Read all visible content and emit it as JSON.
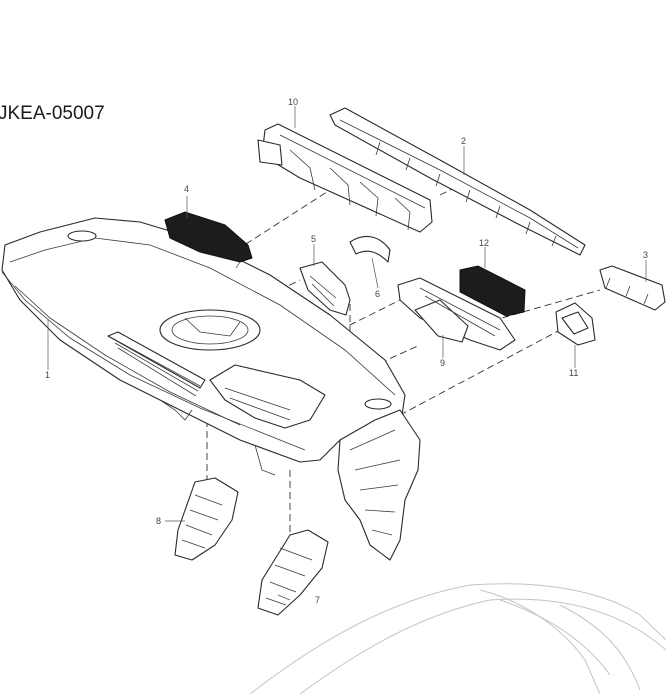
{
  "diagram_code": "JKEA-05007",
  "callouts": [
    "1",
    "2",
    "3",
    "4",
    "5",
    "6",
    "7",
    "8",
    "9",
    "10",
    "11",
    "12"
  ]
}
